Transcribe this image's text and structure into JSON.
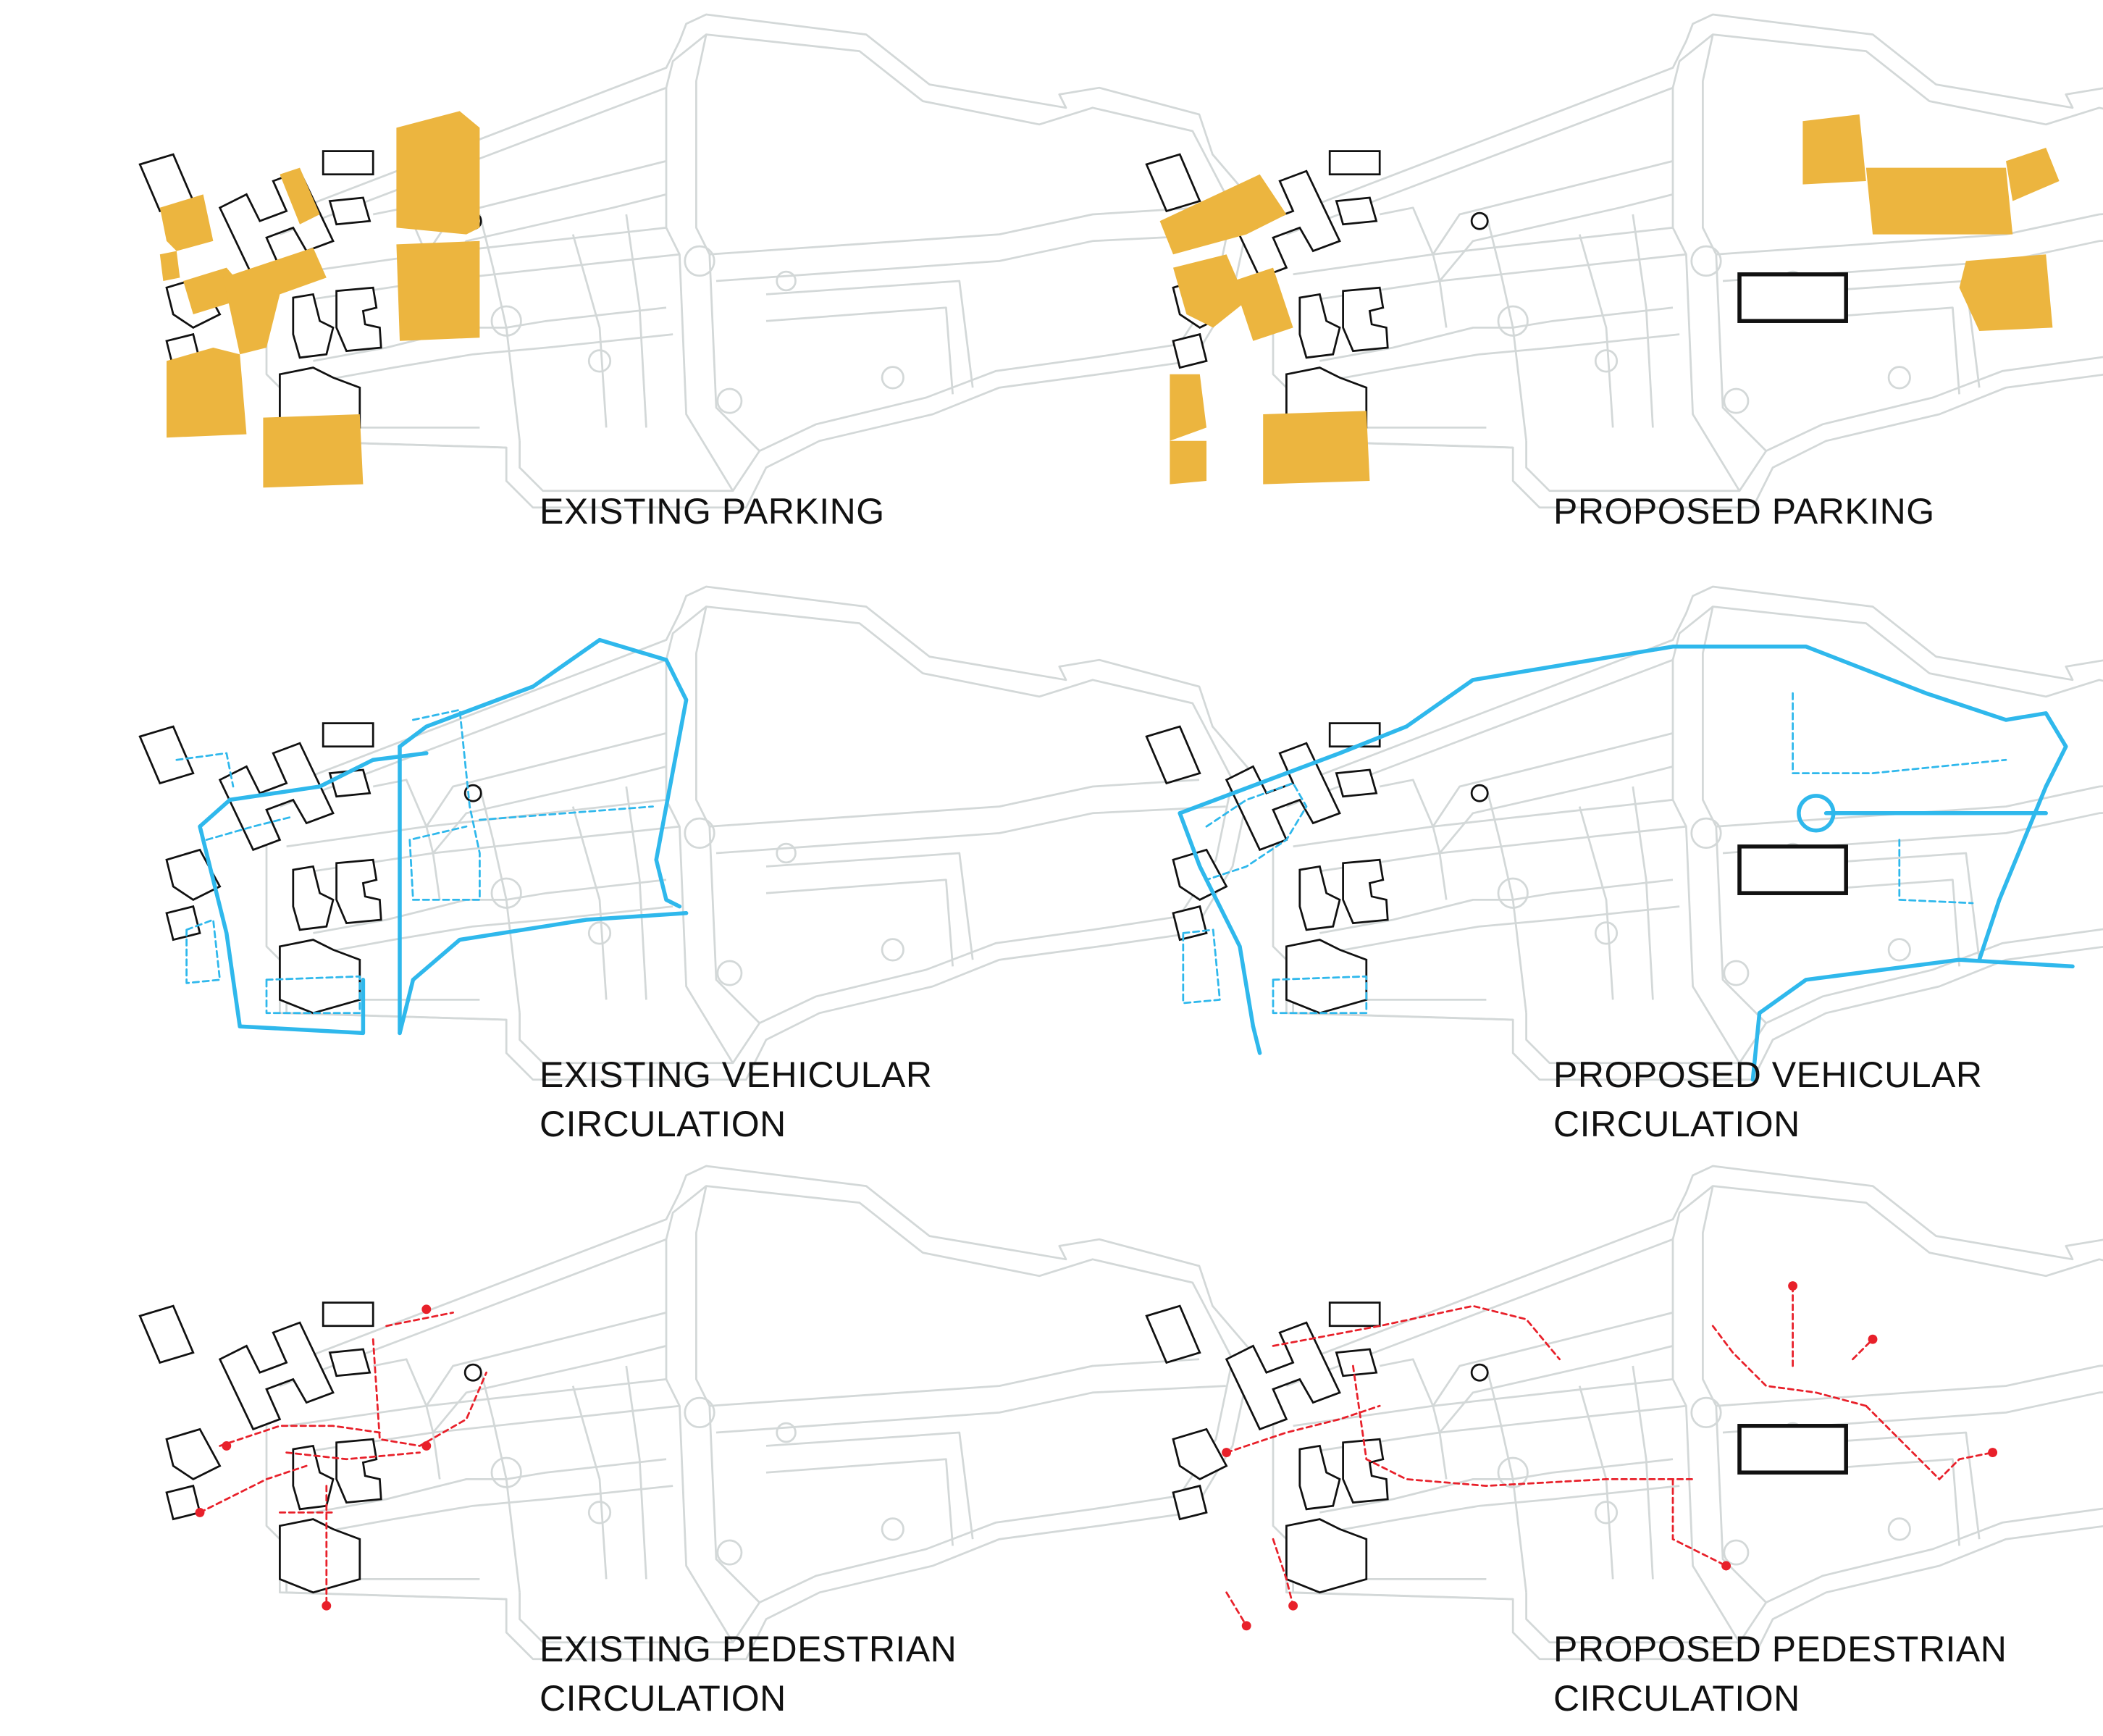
{
  "panels": [
    {
      "id": "existing-parking",
      "lines": [
        "EXISTING PARKING"
      ]
    },
    {
      "id": "proposed-parking",
      "lines": [
        "PROPOSED PARKING"
      ]
    },
    {
      "id": "existing-vehicular",
      "lines": [
        "EXISTING VEHICULAR",
        "CIRCULATION"
      ]
    },
    {
      "id": "proposed-vehicular",
      "lines": [
        "PROPOSED VEHICULAR",
        "CIRCULATION"
      ]
    },
    {
      "id": "existing-pedestrian",
      "lines": [
        "EXISTING PEDESTRIAN",
        "CIRCULATION"
      ]
    },
    {
      "id": "proposed-pedestrian",
      "lines": [
        "PROPOSED PEDESTRIAN",
        "CIRCULATION"
      ]
    }
  ],
  "colors": {
    "parking_fill": "#ECB53F",
    "vehicular_line": "#2FB8EC",
    "pedestrian_line": "#E8202A",
    "site_linework": "#D3D8D8",
    "building_outline": "#111111",
    "label_text": "#111111"
  }
}
